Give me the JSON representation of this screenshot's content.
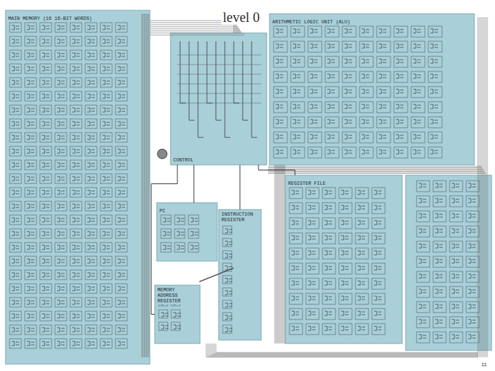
{
  "diagram": {
    "title": "level 0",
    "nodes": [
      {
        "text": [
          "MAIN MEMORY (16 16-BIT WORDS)"
        ]
      },
      {
        "text": [
          "CONTROL"
        ]
      },
      {
        "text": [
          "ARITHMETIC LOGIC UNIT (ALU)"
        ]
      },
      {
        "text": [
          "REGISTER FILE"
        ]
      },
      {
        "text": [
          "PC"
        ]
      },
      {
        "text": [
          "INSTRUCTION REGISTER"
        ]
      },
      {
        "text": [
          "MEMORY ADDRESS REGISTER"
        ]
      }
    ],
    "edges": [
      {
        "from": 1,
        "to": 4,
        "arrow": "none"
      },
      {
        "from": 1,
        "to": 5,
        "arrow": "none"
      },
      {
        "from": 1,
        "to": 6,
        "arrow": "none"
      },
      {
        "from": 1,
        "to": 3,
        "arrow": "none"
      }
    ],
    "labels": [
      "11"
    ]
  }
}
